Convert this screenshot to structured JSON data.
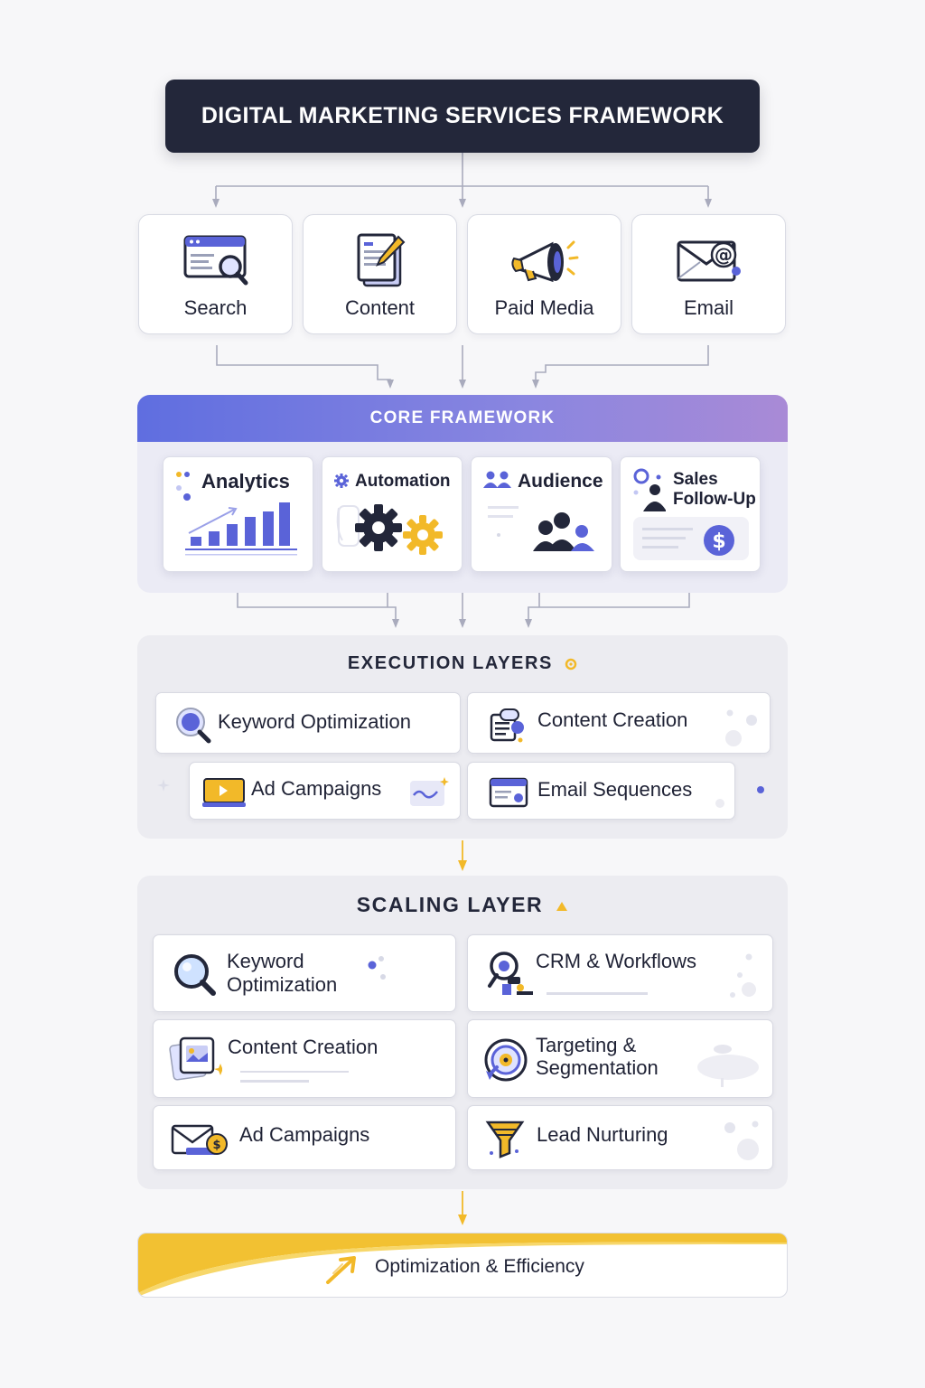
{
  "title": "DIGITAL MARKETING SERVICES FRAMEWORK",
  "channels": [
    {
      "label": "Search",
      "icon": "search-window-icon"
    },
    {
      "label": "Content",
      "icon": "document-pencil-icon"
    },
    {
      "label": "Paid Media",
      "icon": "megaphone-icon"
    },
    {
      "label": "Email",
      "icon": "envelope-at-icon"
    }
  ],
  "core": {
    "title": "CORE FRAMEWORK",
    "cards": [
      {
        "label": "Analytics",
        "icon": "bar-chart-icon"
      },
      {
        "label": "Automation",
        "icon": "gears-icon"
      },
      {
        "label": "Audience",
        "icon": "people-group-icon"
      },
      {
        "label_line1": "Sales",
        "label_line2": "Follow-Up",
        "icon": "dollar-coin-icon"
      }
    ]
  },
  "execution": {
    "title": "EXECUTION LAYERS",
    "items": [
      {
        "label": "Keyword Optimization",
        "icon": "magnifier-icon"
      },
      {
        "label": "Content Creation",
        "icon": "document-icon"
      },
      {
        "label": "Ad Campaigns",
        "icon": "video-ad-icon"
      },
      {
        "label": "Email Sequences",
        "icon": "email-window-icon"
      }
    ]
  },
  "scaling": {
    "title": "SCALING LAYER",
    "items": [
      {
        "label_line1": "Keyword",
        "label_line2": "Optimization",
        "icon": "magnifier-icon"
      },
      {
        "label": "CRM & Workflows",
        "icon": "crm-icon"
      },
      {
        "label": "Content Creation",
        "icon": "image-cards-icon"
      },
      {
        "label_line1": "Targeting &",
        "label_line2": "Segmentation",
        "icon": "target-icon"
      },
      {
        "label": "Ad Campaigns",
        "icon": "envelope-coin-icon"
      },
      {
        "label": "Lead Nurturing",
        "icon": "funnel-icon"
      }
    ]
  },
  "result": {
    "label": "Optimization & Efficiency",
    "icon": "growth-arrow-icon"
  },
  "colors": {
    "navy": "#23273a",
    "indigo": "#5a63d8",
    "gold": "#f2b929",
    "line": "#a9abbd"
  }
}
